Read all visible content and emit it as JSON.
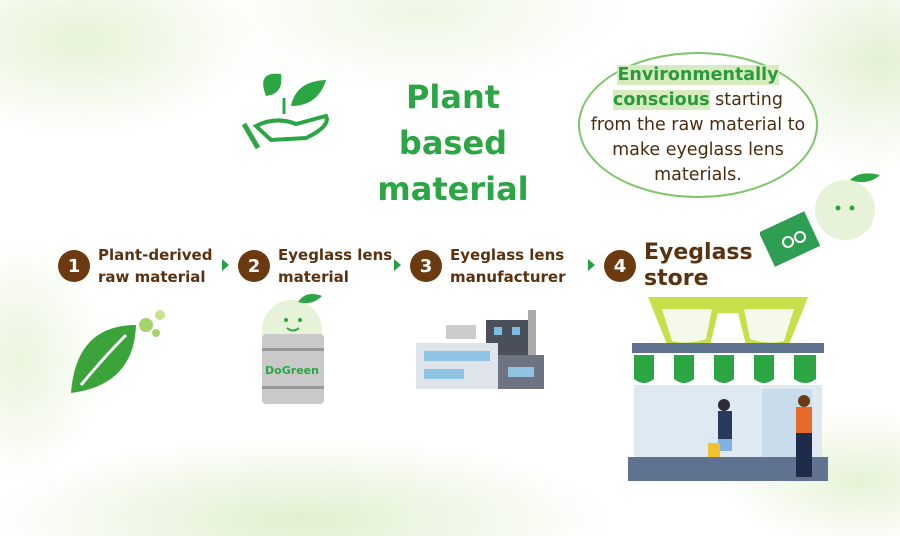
{
  "title": "Plant based material",
  "bubble": {
    "highlight": "Environmentally conscious",
    "text": " starting from the raw material to make eyeglass lens materials."
  },
  "steps": [
    {
      "number": "1",
      "label_line1": "Plant-derived",
      "label_line2": "raw material"
    },
    {
      "number": "2",
      "label_line1": "Eyeglass lens",
      "label_line2": "material"
    },
    {
      "number": "3",
      "label_line1": "Eyeglass lens",
      "label_line2": "manufacturer"
    },
    {
      "number": "4",
      "label_line1": "Eyeglass",
      "label_line2": "store"
    }
  ],
  "barrel_logo": "DoGreen",
  "colors": {
    "green": "#2ca544",
    "brown": "#6b3a10"
  }
}
